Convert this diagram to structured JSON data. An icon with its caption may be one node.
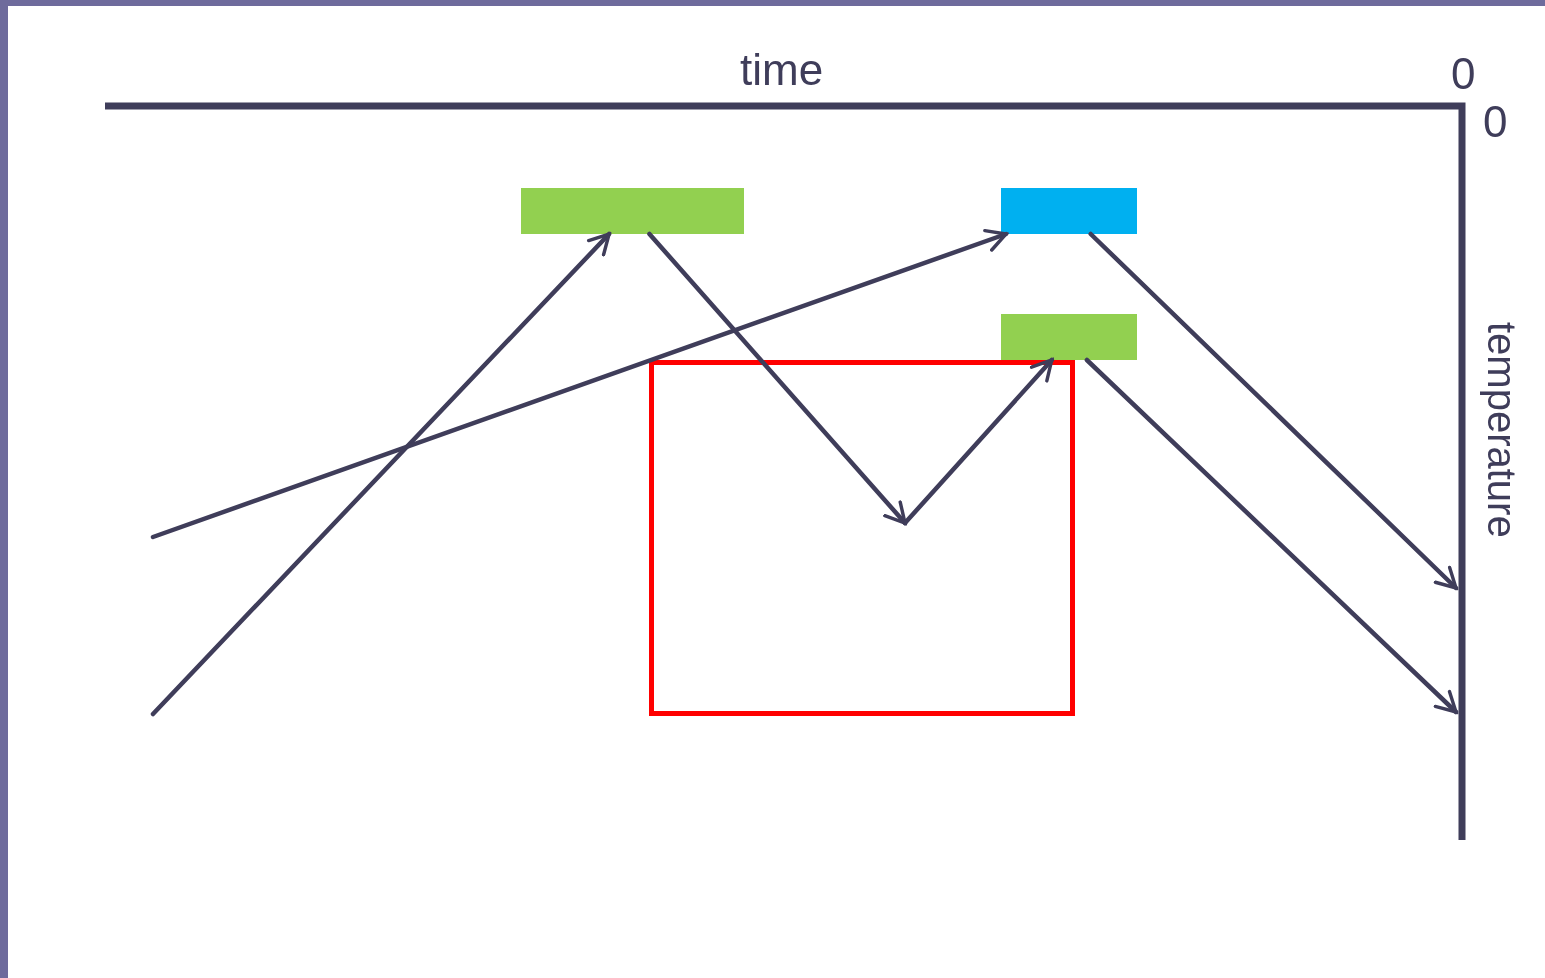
{
  "diagram": {
    "nodes": [
      {
        "text": [],
        "shape": "bar"
      },
      {
        "text": [],
        "shape": "bar"
      },
      {
        "text": [],
        "shape": "bar"
      },
      {
        "text": [],
        "shape": "box"
      }
    ],
    "edges": [
      {
        "from": null,
        "to": 0,
        "arrow": "to"
      },
      {
        "from": null,
        "to": 1,
        "arrow": "to"
      },
      {
        "from": 0,
        "to": 3,
        "arrow": "to"
      },
      {
        "from": 3,
        "to": 2,
        "arrow": "to"
      },
      {
        "from": 1,
        "to": null,
        "arrow": "to"
      },
      {
        "from": 2,
        "to": null,
        "arrow": "to"
      }
    ],
    "labels": [
      "time",
      "0",
      "0",
      "temperature"
    ]
  }
}
